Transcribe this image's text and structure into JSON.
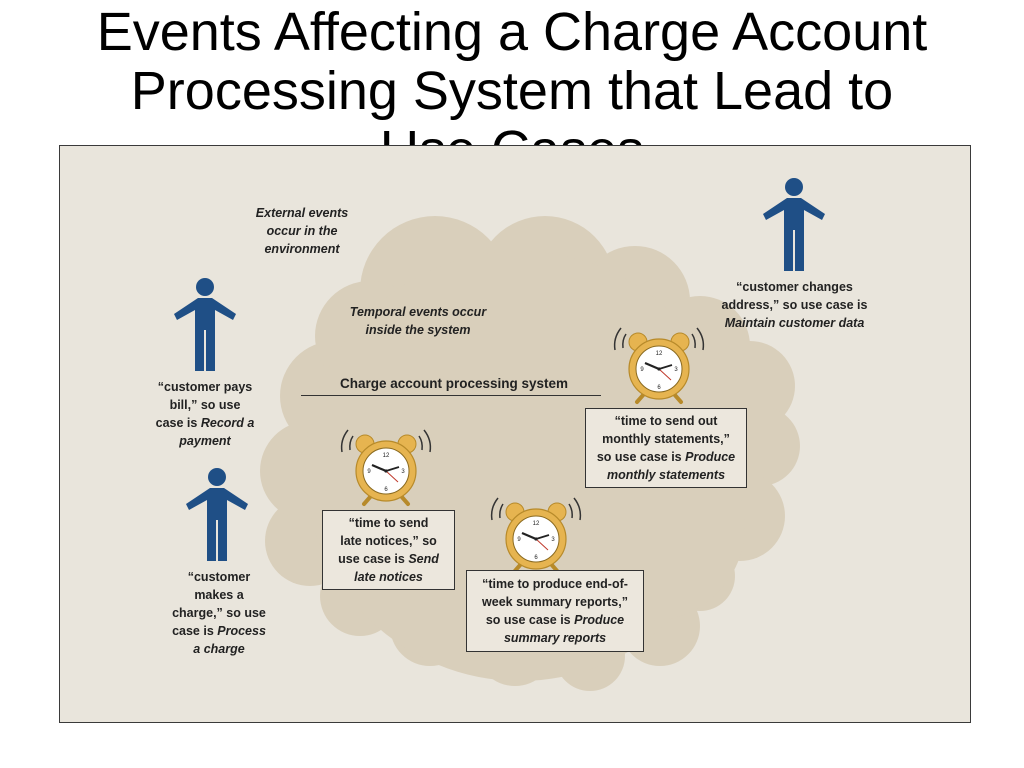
{
  "title": {
    "line1": "Events Affecting a Charge Account",
    "line2": "Processing System that Lead to",
    "line3": "Use Cases"
  },
  "diagram": {
    "external_label": [
      "External events",
      "occur in the",
      "environment"
    ],
    "temporal_label": [
      "Temporal events occur",
      "inside the system"
    ],
    "system_label": "Charge account processing system",
    "external_events": [
      {
        "id": "pays-bill",
        "lines": [
          "“customer pays",
          "bill,” so use",
          "case is "
        ],
        "use_case_1": "Record a",
        "use_case_2": "payment"
      },
      {
        "id": "makes-charge",
        "lines": [
          "“customer",
          "makes a",
          "charge,” so use",
          "case is "
        ],
        "use_case_1": "Process",
        "use_case_2": "a charge"
      },
      {
        "id": "changes-address",
        "lines": [
          "“customer changes",
          "address,” so use case is"
        ],
        "use_case_1": "Maintain customer data"
      }
    ],
    "temporal_events": [
      {
        "id": "monthly-statements",
        "line1": "“time to send out",
        "line2": "monthly statements,”",
        "line3": "so use case is ",
        "use_case_1": "Produce",
        "use_case_2": "monthly statements"
      },
      {
        "id": "late-notices",
        "line1": "“time to send",
        "line2": "late notices,” so",
        "line3": "use case is ",
        "use_case_1": "Send",
        "use_case_2": "late notices"
      },
      {
        "id": "summary-reports",
        "line1": "“time to produce end-of-",
        "line2": "week summary reports,”",
        "line3": "so use case is ",
        "use_case_1": "Produce",
        "use_case_2": "summary reports"
      }
    ],
    "clock_numbers": [
      "12",
      "3",
      "6",
      "9"
    ],
    "colors": {
      "person": "#1f4f86",
      "cloud": "#d9cfbb",
      "clock_gold": "#e6b450",
      "background": "#e9e5dc"
    }
  }
}
